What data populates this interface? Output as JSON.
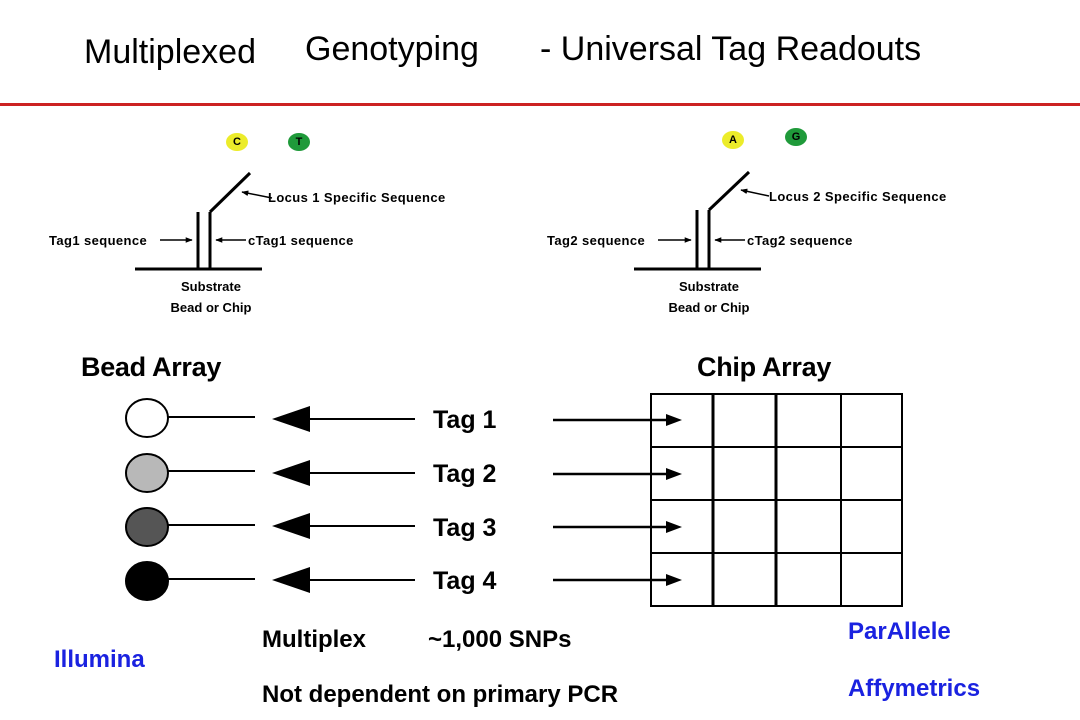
{
  "title": {
    "part1": "Multiplexed",
    "part2": "Genotyping",
    "part3": "- Universal Tag Readouts"
  },
  "construct1": {
    "alleles": [
      {
        "label": "C",
        "color": "#ecec2a"
      },
      {
        "label": "T",
        "color": "#1f9a3a"
      }
    ],
    "locus_label": "Locus 1  Specific Sequence",
    "tag_label": "Tag1 sequence",
    "ctag_label": "cTag1 sequence",
    "substrate_line1": "Substrate",
    "substrate_line2": "Bead or Chip"
  },
  "construct2": {
    "alleles": [
      {
        "label": "A",
        "color": "#ecec2a"
      },
      {
        "label": "G",
        "color": "#1f9a3a"
      }
    ],
    "locus_label": "Locus 2  Specific Sequence",
    "tag_label": "Tag2 sequence",
    "ctag_label": "cTag2 sequence",
    "substrate_line1": "Substrate",
    "substrate_line2": "Bead or Chip"
  },
  "bead_array": {
    "label": "Bead Array",
    "bead_colors": [
      "#ffffff",
      "#b8b8b8",
      "#555555",
      "#000000"
    ]
  },
  "chip_array": {
    "label": "Chip Array"
  },
  "tags": [
    "Tag 1",
    "Tag 2",
    "Tag 3",
    "Tag 4"
  ],
  "footer": {
    "multiplex": "Multiplex",
    "snps": "~1,000 SNPs",
    "not_dependent": "Not dependent on primary PCR",
    "illumina": "Illumina",
    "parallele": "ParAllele",
    "affymetrics": "Affymetrics"
  }
}
